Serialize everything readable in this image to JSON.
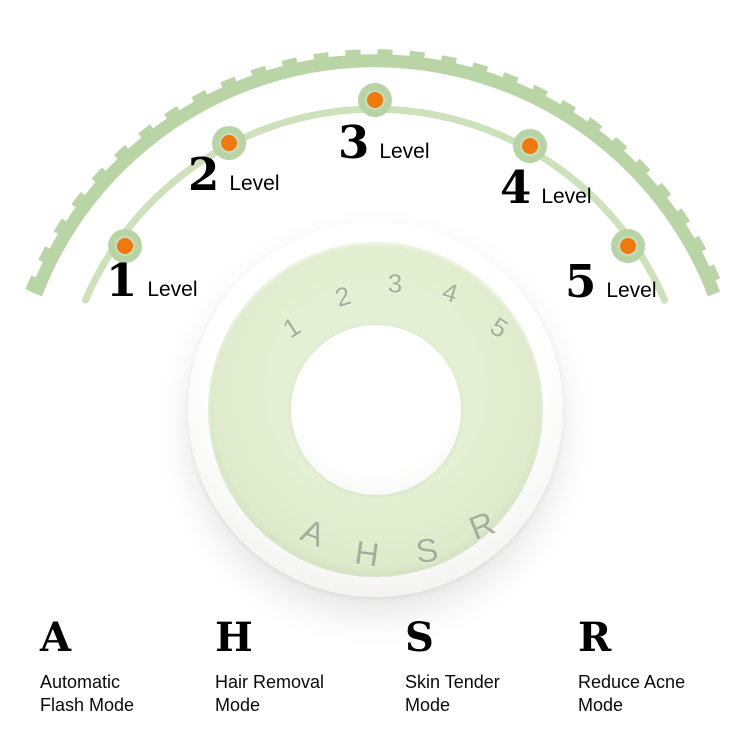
{
  "levels": [
    {
      "num": "1",
      "label": "Level"
    },
    {
      "num": "2",
      "label": "Level"
    },
    {
      "num": "3",
      "label": "Level"
    },
    {
      "num": "4",
      "label": "Level"
    },
    {
      "num": "5",
      "label": "Level"
    }
  ],
  "dial": {
    "numbers": [
      "1",
      "2",
      "3",
      "4",
      "5"
    ],
    "letters": [
      "A",
      "H",
      "S",
      "R"
    ]
  },
  "modes": [
    {
      "letter": "A",
      "line1": "Automatic",
      "line2": "Flash Mode"
    },
    {
      "letter": "H",
      "line1": "Hair Removal",
      "line2": "Mode"
    },
    {
      "letter": "S",
      "line1": "Skin Tender",
      "line2": "Mode"
    },
    {
      "letter": "R",
      "line1": "Reduce Acne",
      "line2": "Mode"
    }
  ],
  "colors": {
    "arc_green": "#b9d5a6",
    "arc_inner_green": "#cde1ba",
    "marker_green": "#b7d4a5",
    "marker_orange": "#f0780f",
    "dial_text": "#a5ae9b"
  }
}
